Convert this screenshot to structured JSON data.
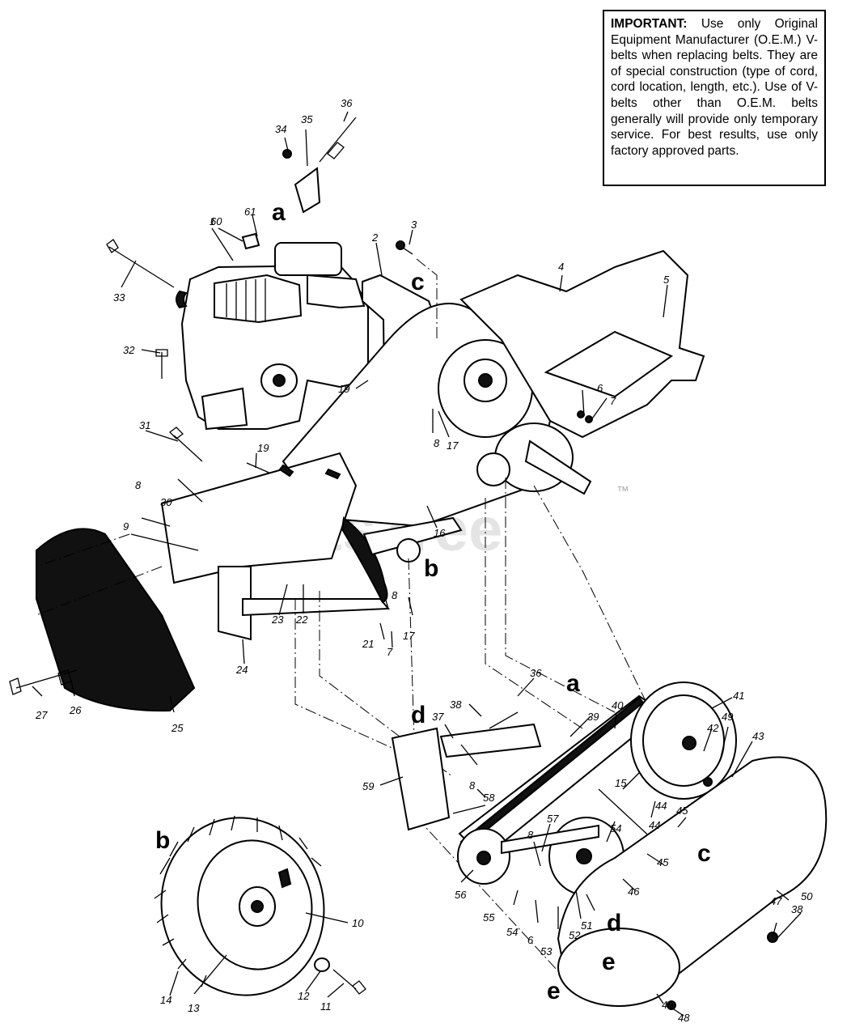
{
  "notice": {
    "heading": "IMPORTANT:",
    "body": "Use only Original Equipment Manufacturer (O.E.M.) V-belts when replacing belts. They are of special construction (type of cord, cord location, length, etc.). Use of V-belts other than O.E.M. belts generally will provide only temporary service. For best results, use only factory approved parts."
  },
  "watermark": {
    "text": "PartsTree",
    "mark": "™"
  },
  "part_numbers": [
    "1",
    "2",
    "3",
    "4",
    "5",
    "6",
    "7",
    "8",
    "9",
    "10",
    "11",
    "12",
    "13",
    "14",
    "15",
    "16",
    "17",
    "19",
    "21",
    "22",
    "23",
    "24",
    "25",
    "26",
    "27",
    "30",
    "31",
    "32",
    "33",
    "34",
    "35",
    "36",
    "37",
    "38",
    "39",
    "40",
    "41",
    "42",
    "43",
    "44",
    "45",
    "46",
    "47",
    "48",
    "49",
    "50",
    "51",
    "52",
    "53",
    "54",
    "55",
    "56",
    "57",
    "58",
    "59",
    "60",
    "61"
  ],
  "reference_letters": [
    "a",
    "b",
    "c",
    "d",
    "e"
  ]
}
